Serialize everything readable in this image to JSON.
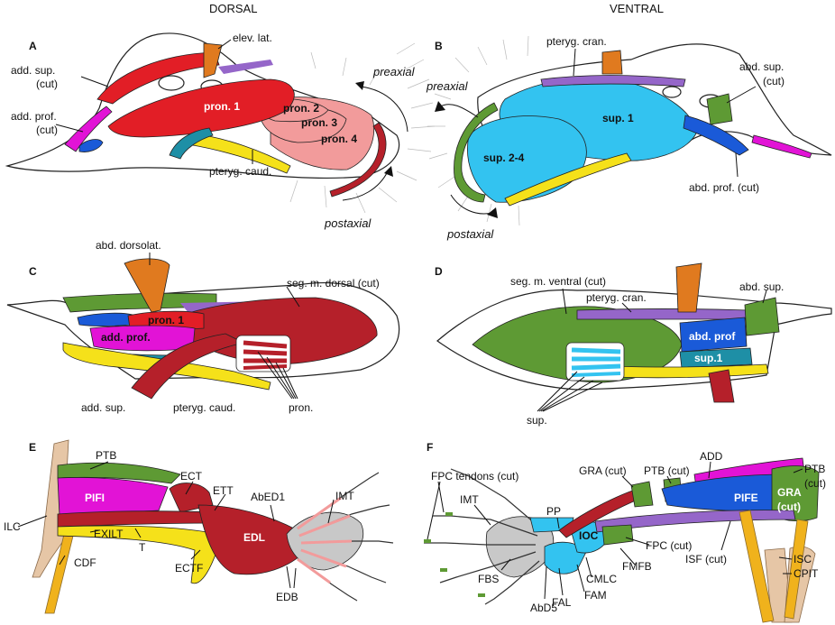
{
  "headings": {
    "dorsal": "DORSAL",
    "ventral": "VENTRAL"
  },
  "panels": {
    "a": "A",
    "b": "B",
    "c": "C",
    "d": "D",
    "e": "E",
    "f": "F"
  },
  "a": {
    "elev_lat": "elev. lat.",
    "add_sup_1": "add. sup.",
    "add_sup_2": "(cut)",
    "add_prof_1": "add. prof.",
    "add_prof_2": "(cut)",
    "pron1": "pron. 1",
    "pron2": "pron. 2",
    "pron3": "pron. 3",
    "pron4": "pron. 4",
    "pteryg_caud": "pteryg. caud.",
    "preaxial": "preaxial",
    "postaxial": "postaxial"
  },
  "b": {
    "pteryg_cran": "pteryg. cran.",
    "abd_sup_1": "abd. sup.",
    "abd_sup_2": "(cut)",
    "preaxial": "preaxial",
    "sup1": "sup. 1",
    "sup24": "sup. 2-4",
    "abd_prof": "abd. prof. (cut)",
    "postaxial": "postaxial"
  },
  "c": {
    "abd_dorsolat": "abd. dorsolat.",
    "seg_dorsal": "seg. m. dorsal (cut)",
    "pron1": "pron. 1",
    "add_prof": "add. prof.",
    "add_sup": "add. sup.",
    "pteryg_caud": "pteryg. caud.",
    "pron": "pron."
  },
  "d": {
    "seg_ventral": "seg. m. ventral (cut)",
    "pteryg_cran": "pteryg. cran.",
    "abd_sup": "abd. sup.",
    "abd_prof": "abd. prof",
    "sup1": "sup.1",
    "sup": "sup."
  },
  "e": {
    "ptb": "PTB",
    "pifi": "PIFI",
    "ilc": "ILC",
    "exilt": "EXILT",
    "t": "T",
    "cdf": "CDF",
    "ect": "ECT",
    "ett": "ETT",
    "ectf": "ECTF",
    "abed1": "AbED1",
    "imt": "IMT",
    "edl": "EDL",
    "edb": "EDB"
  },
  "f": {
    "fpc_tendons": "FPC tendons (cut)",
    "imt": "IMT",
    "fbs": "FBS",
    "abd5": "AbD5",
    "fal": "FAL",
    "fam": "FAM",
    "cmlc": "CMLC",
    "pp": "PP",
    "ioc": "IOC",
    "fmfb": "FMFB",
    "fpc_cut": "FPC (cut)",
    "gra_cut_1": "GRA (cut)",
    "ptb_cut_1": "PTB (cut)",
    "add": "ADD",
    "pife": "PIFE",
    "gra": "GRA",
    "gra_cut_2": "(cut)",
    "ptb": "PTB",
    "ptb_cut_2": "(cut)",
    "isf_cut": "ISF (cut)",
    "isc": "ISC",
    "cpit": "CPIT"
  },
  "colors": {
    "red": "#e21e26",
    "darkred": "#b5202a",
    "salmon": "#f29b9b",
    "orange": "#e07a1f",
    "purple": "#9566c9",
    "magenta": "#e213d6",
    "blue": "#1a5ad8",
    "teal": "#1e8fa6",
    "yellow": "#f5e11a",
    "green": "#5e9a34",
    "cyan": "#33c3f0",
    "gray": "#c8c8c8",
    "bone": "#e6c6a6",
    "bonecol": "#f0b21c"
  }
}
